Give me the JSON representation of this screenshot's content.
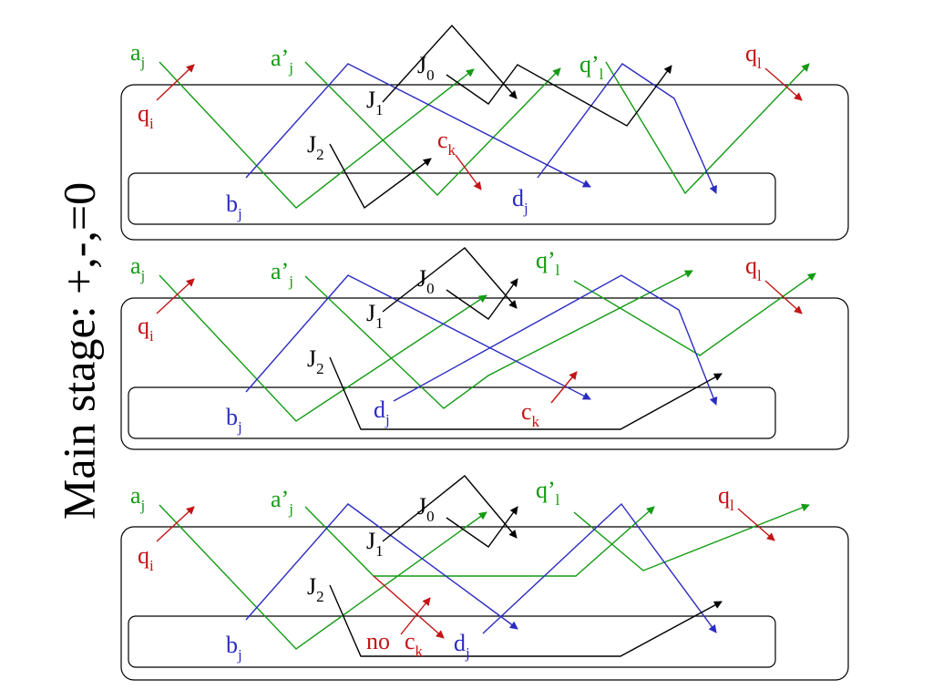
{
  "title": "Main stage: +,-,=0",
  "colors": {
    "green": "#139b13",
    "blue": "#2b2bc2",
    "red": "#c41414",
    "black": "#000000"
  },
  "panels": [
    {
      "labels": {
        "a": "a",
        "a_sub": "j",
        "a2": "a’",
        "a2_sub": "j",
        "q": "q",
        "q_sub": "i",
        "J0": "J",
        "J0_sub": "0",
        "J1": "J",
        "J1_sub": "1",
        "J2": "J",
        "J2_sub": "2",
        "c": "c",
        "c_sub": "k",
        "qp": "q’",
        "qp_sub": "l",
        "ql": "q",
        "ql_sub": "l",
        "b": "b",
        "b_sub": "j",
        "d": "d",
        "d_sub": "j"
      }
    },
    {
      "labels": {
        "a": "a",
        "a_sub": "j",
        "a2": "a’",
        "a2_sub": "j",
        "q": "q",
        "q_sub": "i",
        "J0": "J",
        "J0_sub": "0",
        "J1": "J",
        "J1_sub": "1",
        "J2": "J",
        "J2_sub": "2",
        "c": "c",
        "c_sub": "k",
        "qp": "q’",
        "qp_sub": "l",
        "ql": "q",
        "ql_sub": "l",
        "b": "b",
        "b_sub": "j",
        "d": "d",
        "d_sub": "j"
      }
    },
    {
      "labels": {
        "a": "a",
        "a_sub": "j",
        "a2": "a’",
        "a2_sub": "j",
        "q": "q",
        "q_sub": "i",
        "J0": "J",
        "J0_sub": "0",
        "J1": "J",
        "J1_sub": "1",
        "J2": "J",
        "J2_sub": "2",
        "no": "no",
        "c": "c",
        "c_sub": "k",
        "qp": "q’",
        "qp_sub": "l",
        "ql": "q",
        "ql_sub": "l",
        "b": "b",
        "b_sub": "j",
        "d": "d",
        "d_sub": "j"
      }
    }
  ]
}
